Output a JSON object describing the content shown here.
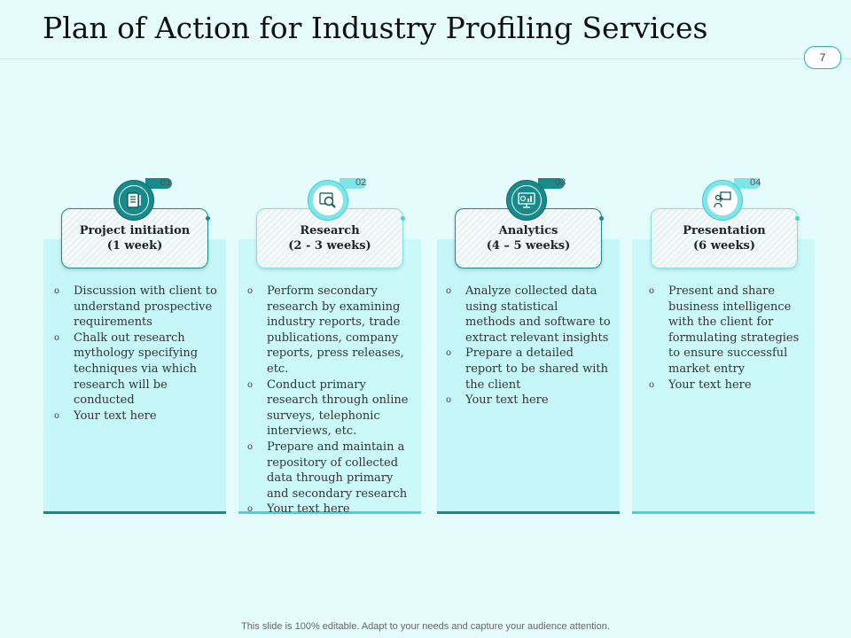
{
  "title": "Plan of Action for Industry Profiling Services",
  "page_number": "7",
  "footer": "This slide is 100% editable. Adapt to your needs and capture your audience attention.",
  "colors": {
    "dark_teal": "#178a8c",
    "light_cyan": "#44d3d6",
    "background": "#e4fcfc"
  },
  "phases": [
    {
      "number": "01",
      "icon": "notepad-icon",
      "name": "Project initiation",
      "duration": "(1 week)",
      "bullets": [
        "Discussion with client to understand prospective requirements",
        "Chalk out research mythology specifying techniques via which research will be conducted",
        "Your  text here"
      ]
    },
    {
      "number": "02",
      "icon": "magnifier-icon",
      "name": "Research",
      "duration": "(2 - 3 weeks)",
      "bullets": [
        "Perform secondary research by examining industry reports, trade publications, company reports, press releases, etc.",
        "Conduct primary research through online surveys, telephonic interviews, etc.",
        "Prepare and maintain a repository of collected data through primary and secondary research",
        "Your text here"
      ]
    },
    {
      "number": "03",
      "icon": "analytics-screen-icon",
      "name": "Analytics",
      "duration": "(4 – 5 weeks)",
      "bullets": [
        "Analyze collected data using statistical methods and software to extract relevant insights",
        "Prepare a detailed report to be shared with the client",
        "Your text here"
      ]
    },
    {
      "number": "04",
      "icon": "presenter-icon",
      "name": "Presentation",
      "duration": "(6 weeks)",
      "bullets": [
        "Present and share business intelligence with the client for formulating strategies to ensure successful market entry",
        "Your text here"
      ]
    }
  ]
}
